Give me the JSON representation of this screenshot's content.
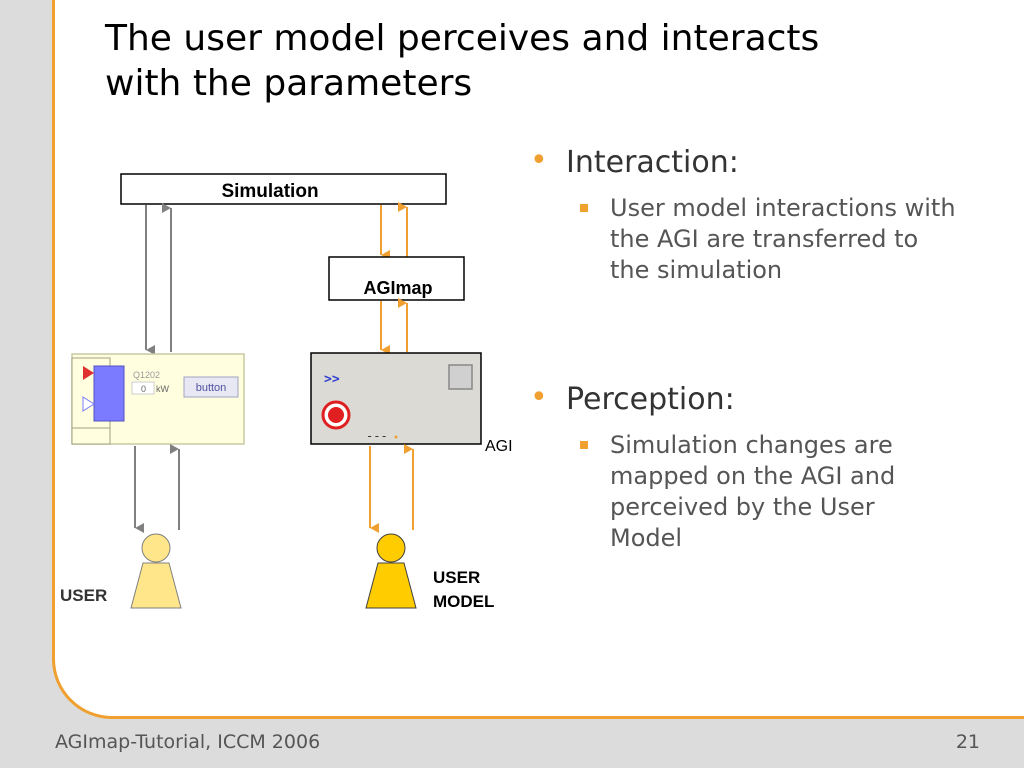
{
  "slide": {
    "title_lines": [
      "The user model perceives and interacts",
      "with the parameters"
    ],
    "footer_left": "AGImap-Tutorial, ICCM 2006",
    "page_number": "21",
    "accent_color": "#f0a030"
  },
  "bullets": [
    {
      "heading": "Interaction:",
      "sub_lines": [
        "User model interactions with",
        "the AGI are transferred to",
        "the simulation"
      ]
    },
    {
      "heading": "Perception:",
      "sub_lines": [
        "Simulation changes are",
        "mapped on the AGI and",
        "perceived by the User",
        "Model"
      ]
    }
  ],
  "diagram": {
    "simulation_label": "Simulation",
    "agimap_label": "AGImap",
    "agi_label": "AGI",
    "user_label": "USER",
    "user_model_label_lines": [
      "USER",
      "MODEL"
    ],
    "interface": {
      "id_text": "Q1202",
      "value": "0",
      "unit": "kW",
      "button_label": "button"
    },
    "agi_panel": {
      "glyph": ">>",
      "dashes": "---"
    },
    "colors": {
      "gray_arrow": "#808080",
      "orange_arrow": "#f0a030",
      "user_figure": "#ffe68a",
      "user_model_figure": "#ffcc00",
      "interface_bg": "#ffffe0",
      "agi_panel_bg": "#dcdad5",
      "blue_block": "#7b7bff"
    }
  }
}
